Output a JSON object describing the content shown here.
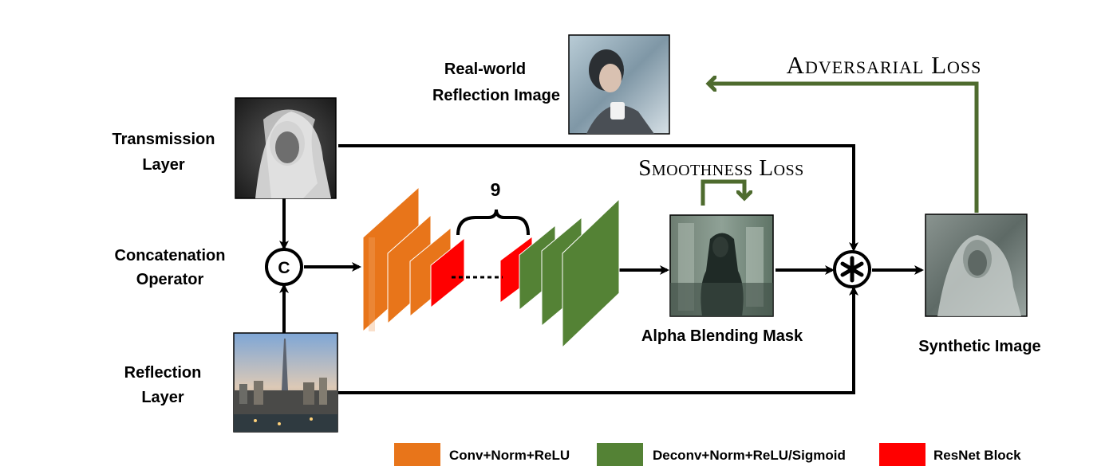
{
  "labels": {
    "real_world_line1": "Real-world",
    "real_world_line2": "Reflection Image",
    "transmission_line1": "Transmission",
    "transmission_line2": "Layer",
    "concat_line1": "Concatenation",
    "concat_line2": "Operator",
    "reflection_line1": "Reflection",
    "reflection_line2": "Layer",
    "alpha_mask": "Alpha Blending Mask",
    "synthetic": "Synthetic Image",
    "resnet_count": "9",
    "concat_symbol": "C"
  },
  "losses": {
    "adversarial": "Adversarial Loss",
    "smoothness": "Smoothness Loss"
  },
  "legend": [
    {
      "label": "Conv+Norm+ReLU",
      "color": "#e8751a"
    },
    {
      "label": "Deconv+Norm+ReLU/Sigmoid",
      "color": "#548235"
    },
    {
      "label": "ResNet Block",
      "color": "#ff0000"
    }
  ],
  "colors": {
    "conv": "#e8751a",
    "deconv": "#548235",
    "resnet": "#ff0000",
    "loss_arrow": "#4e6b2e"
  }
}
